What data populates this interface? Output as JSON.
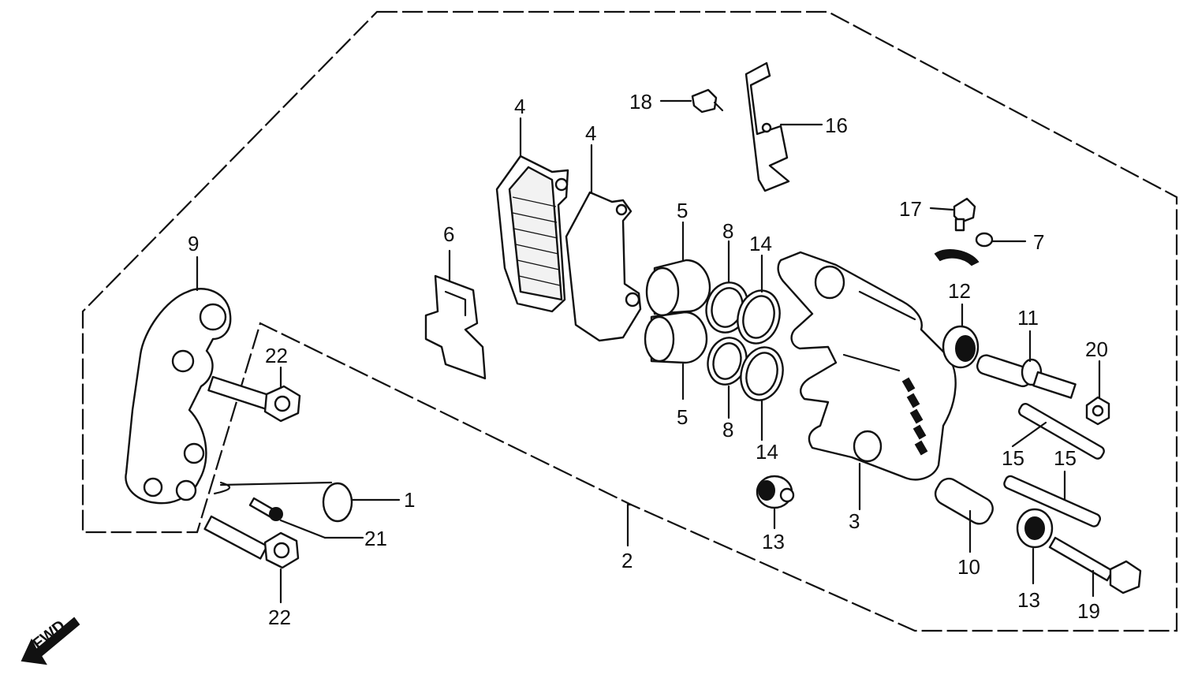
{
  "diagram": {
    "fwd_label": "FWD",
    "callouts": {
      "c1": "1",
      "c2": "2",
      "c3": "3",
      "c4a": "4",
      "c4b": "4",
      "c5a": "5",
      "c5b": "5",
      "c6": "6",
      "c7": "7",
      "c8a": "8",
      "c8b": "8",
      "c9": "9",
      "c10": "10",
      "c11": "11",
      "c12": "12",
      "c13a": "13",
      "c13b": "13",
      "c14a": "14",
      "c14b": "14",
      "c15a": "15",
      "c15b": "15",
      "c16": "16",
      "c17": "17",
      "c18": "18",
      "c19": "19",
      "c20": "20",
      "c21": "21",
      "c22a": "22",
      "c22b": "22"
    }
  }
}
